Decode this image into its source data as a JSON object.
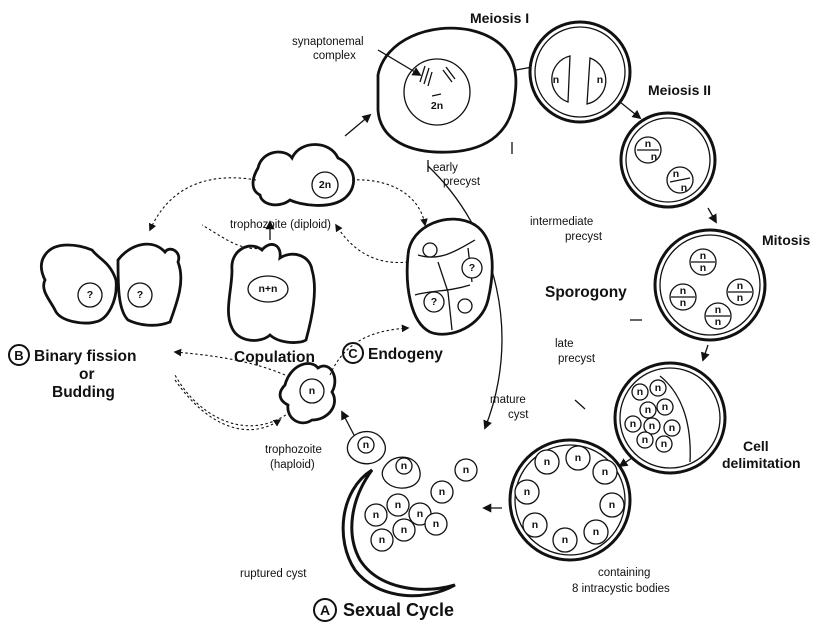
{
  "labels": {
    "meiosis_1": "Meiosis I",
    "meiosis_2": "Meiosis II",
    "mitosis": "Mitosis",
    "cell_delimitation_1": "Cell",
    "cell_delimitation_2": "delimitation",
    "containing_1": "containing",
    "containing_2": "8 intracystic bodies",
    "ruptured_cyst": "ruptured cyst",
    "synaptonemal_1": "synaptonemal",
    "synaptonemal_2": "complex",
    "trophozoite_diploid": "trophozoite  (diploid)",
    "trophozoite_haploid_1": "trophozoite",
    "trophozoite_haploid_2": "(haploid)",
    "copulation": "Copulation",
    "binary_fission_1": "Binary  fission",
    "binary_fission_2": "or",
    "binary_fission_3": "Budding",
    "endogeny": "Endogeny",
    "sporogony": "Sporogony",
    "early_precyst_1": "early",
    "early_precyst_2": "precyst",
    "intermediate_precyst_1": "intermediate",
    "intermediate_precyst_2": "precyst",
    "late_precyst_1": "late",
    "late_precyst_2": "precyst",
    "mature_cyst_1": "mature",
    "mature_cyst_2": "cyst",
    "sexual_cycle": "Sexual  Cycle",
    "letter_a": "A",
    "letter_b": "B",
    "letter_c": "C"
  },
  "nuclei": {
    "n": "n",
    "two_n": "2n",
    "n_plus_n": "n+n",
    "unknown": "?"
  }
}
